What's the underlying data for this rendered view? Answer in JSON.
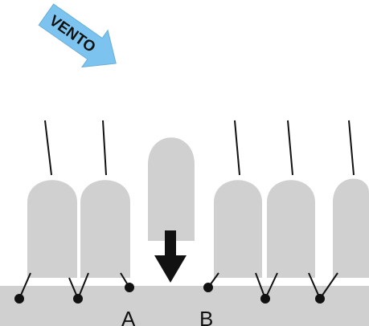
{
  "wind": {
    "label": "VENTO",
    "color": "#7cc4ef"
  },
  "labels": {
    "a": "A",
    "b": "B"
  },
  "colors": {
    "boat": "#d0d0d0",
    "pier": "#d0d0d0",
    "line": "#111111",
    "arrow": "#111111"
  }
}
